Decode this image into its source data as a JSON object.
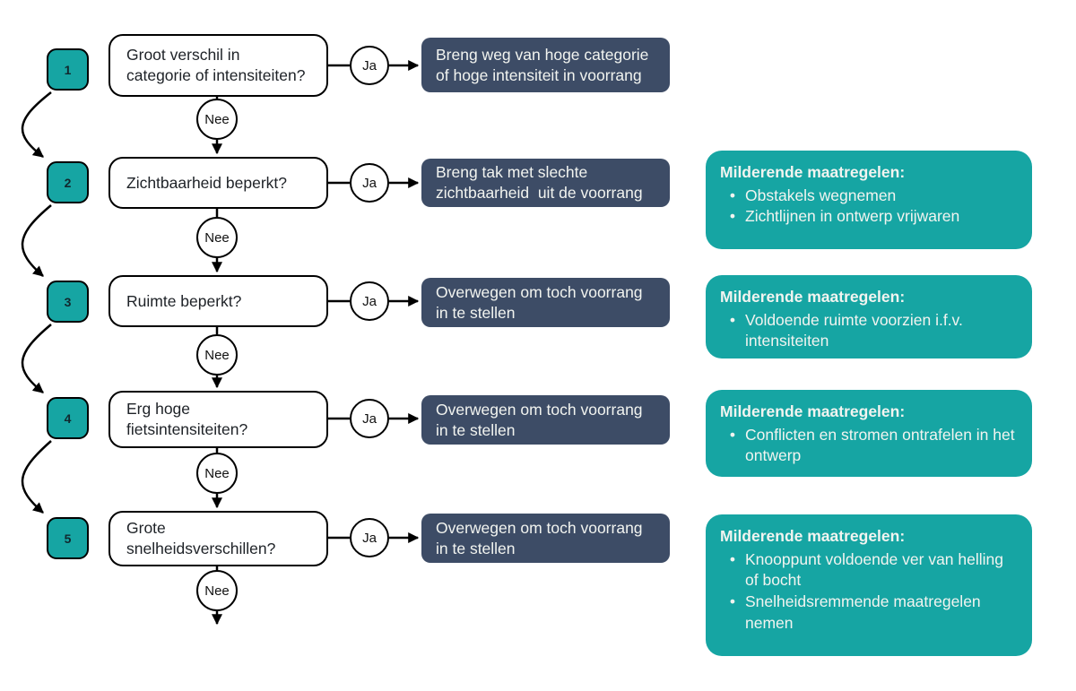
{
  "colors": {
    "teal": "#16a5a3",
    "navy": "#3d4c66",
    "line": "#000000",
    "light-text": "#f2f4f0",
    "dark-text": "#1e2227"
  },
  "flow": {
    "steps": [
      {
        "number": "1",
        "question": "Groot verschil in\ncategorie of intensiteiten?",
        "ja_label": "Ja",
        "nee_label": "Nee",
        "action": "Breng weg van hoge categorie\nof hoge intensiteit in voorrang",
        "measures": null
      },
      {
        "number": "2",
        "question": "Zichtbaarheid beperkt?",
        "ja_label": "Ja",
        "nee_label": "Nee",
        "action": "Breng tak met slechte\nzichtbaarheid  uit de voorrang",
        "measures": {
          "title": "Milderende maatregelen:",
          "bullet_glyph": "•",
          "bullets": [
            "Obstakels wegnemen",
            "Zichtlijnen in ontwerp vrijwaren"
          ]
        }
      },
      {
        "number": "3",
        "question": "Ruimte beperkt?",
        "ja_label": "Ja",
        "nee_label": "Nee",
        "action": "Overwegen om toch voorrang\nin te stellen",
        "measures": {
          "title": "Milderende maatregelen:",
          "bullet_glyph": "•",
          "bullets": [
            "Voldoende ruimte voorzien i.f.v. intensiteiten"
          ]
        }
      },
      {
        "number": "4",
        "question": "Erg hoge\nfietsintensiteiten?",
        "ja_label": "Ja",
        "nee_label": "Nee",
        "action": "Overwegen om toch voorrang\nin te stellen",
        "measures": {
          "title": "Milderende maatregelen:",
          "bullet_glyph": "•",
          "bullets": [
            "Conflicten en stromen ontrafelen in het ontwerp"
          ]
        }
      },
      {
        "number": "5",
        "question": "Grote\nsnelheidsverschillen?",
        "ja_label": "Ja",
        "nee_label": "Nee",
        "action": "Overwegen om toch voorrang\nin te stellen",
        "measures": {
          "title": "Milderende maatregelen:",
          "bullet_glyph": "•",
          "bullets": [
            "Knooppunt voldoende ver van helling of bocht",
            "Snelheidsremmende maatregelen nemen"
          ]
        }
      }
    ]
  }
}
